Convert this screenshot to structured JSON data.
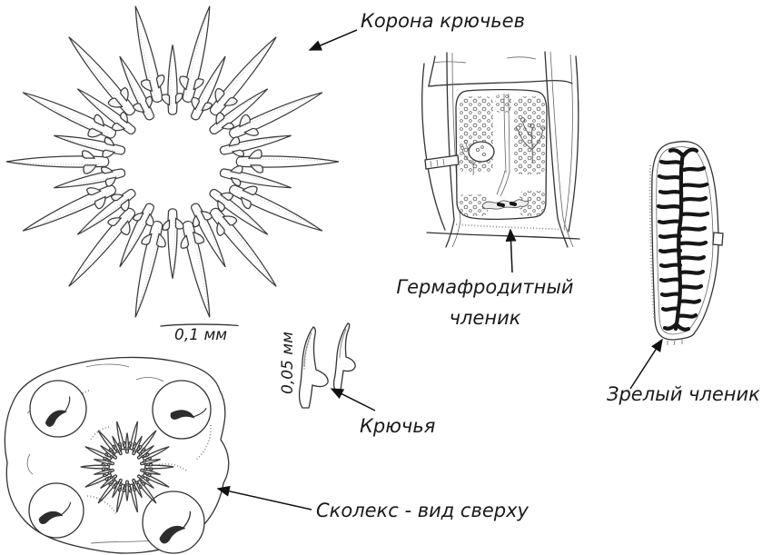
{
  "figure": {
    "type": "biology-diagram",
    "background": "#ffffff",
    "ink": "#1a1a1a",
    "labels": {
      "corona": "Корона крючьев",
      "hermaphroditic": "Гермафродитный\nчленик",
      "mature": "Зрелый членик",
      "hooks": "Крючья",
      "scolex": "Сколекс - вид сверху"
    },
    "scale_bars": [
      {
        "value": "0,1 мм",
        "orientation": "horizontal"
      },
      {
        "value": "0,05 мм",
        "orientation": "vertical"
      }
    ],
    "illustrations": [
      "crown-of-hooks",
      "hermaphroditic-proglottid",
      "mature-proglottid",
      "hooks-pair",
      "scolex-top-view"
    ]
  }
}
